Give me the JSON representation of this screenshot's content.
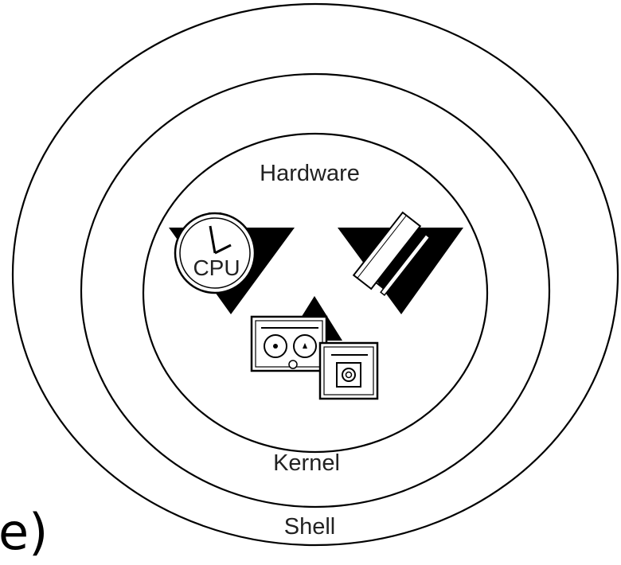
{
  "diagram": {
    "labels": {
      "hardware": "Hardware",
      "kernel": "Kernel",
      "shell": "Shell",
      "cpu": "CPU"
    },
    "cropped_text": "e)",
    "icons": [
      "clock-cpu-icon",
      "chip-icon",
      "tape-drive-icon",
      "disk-drive-icon"
    ]
  }
}
